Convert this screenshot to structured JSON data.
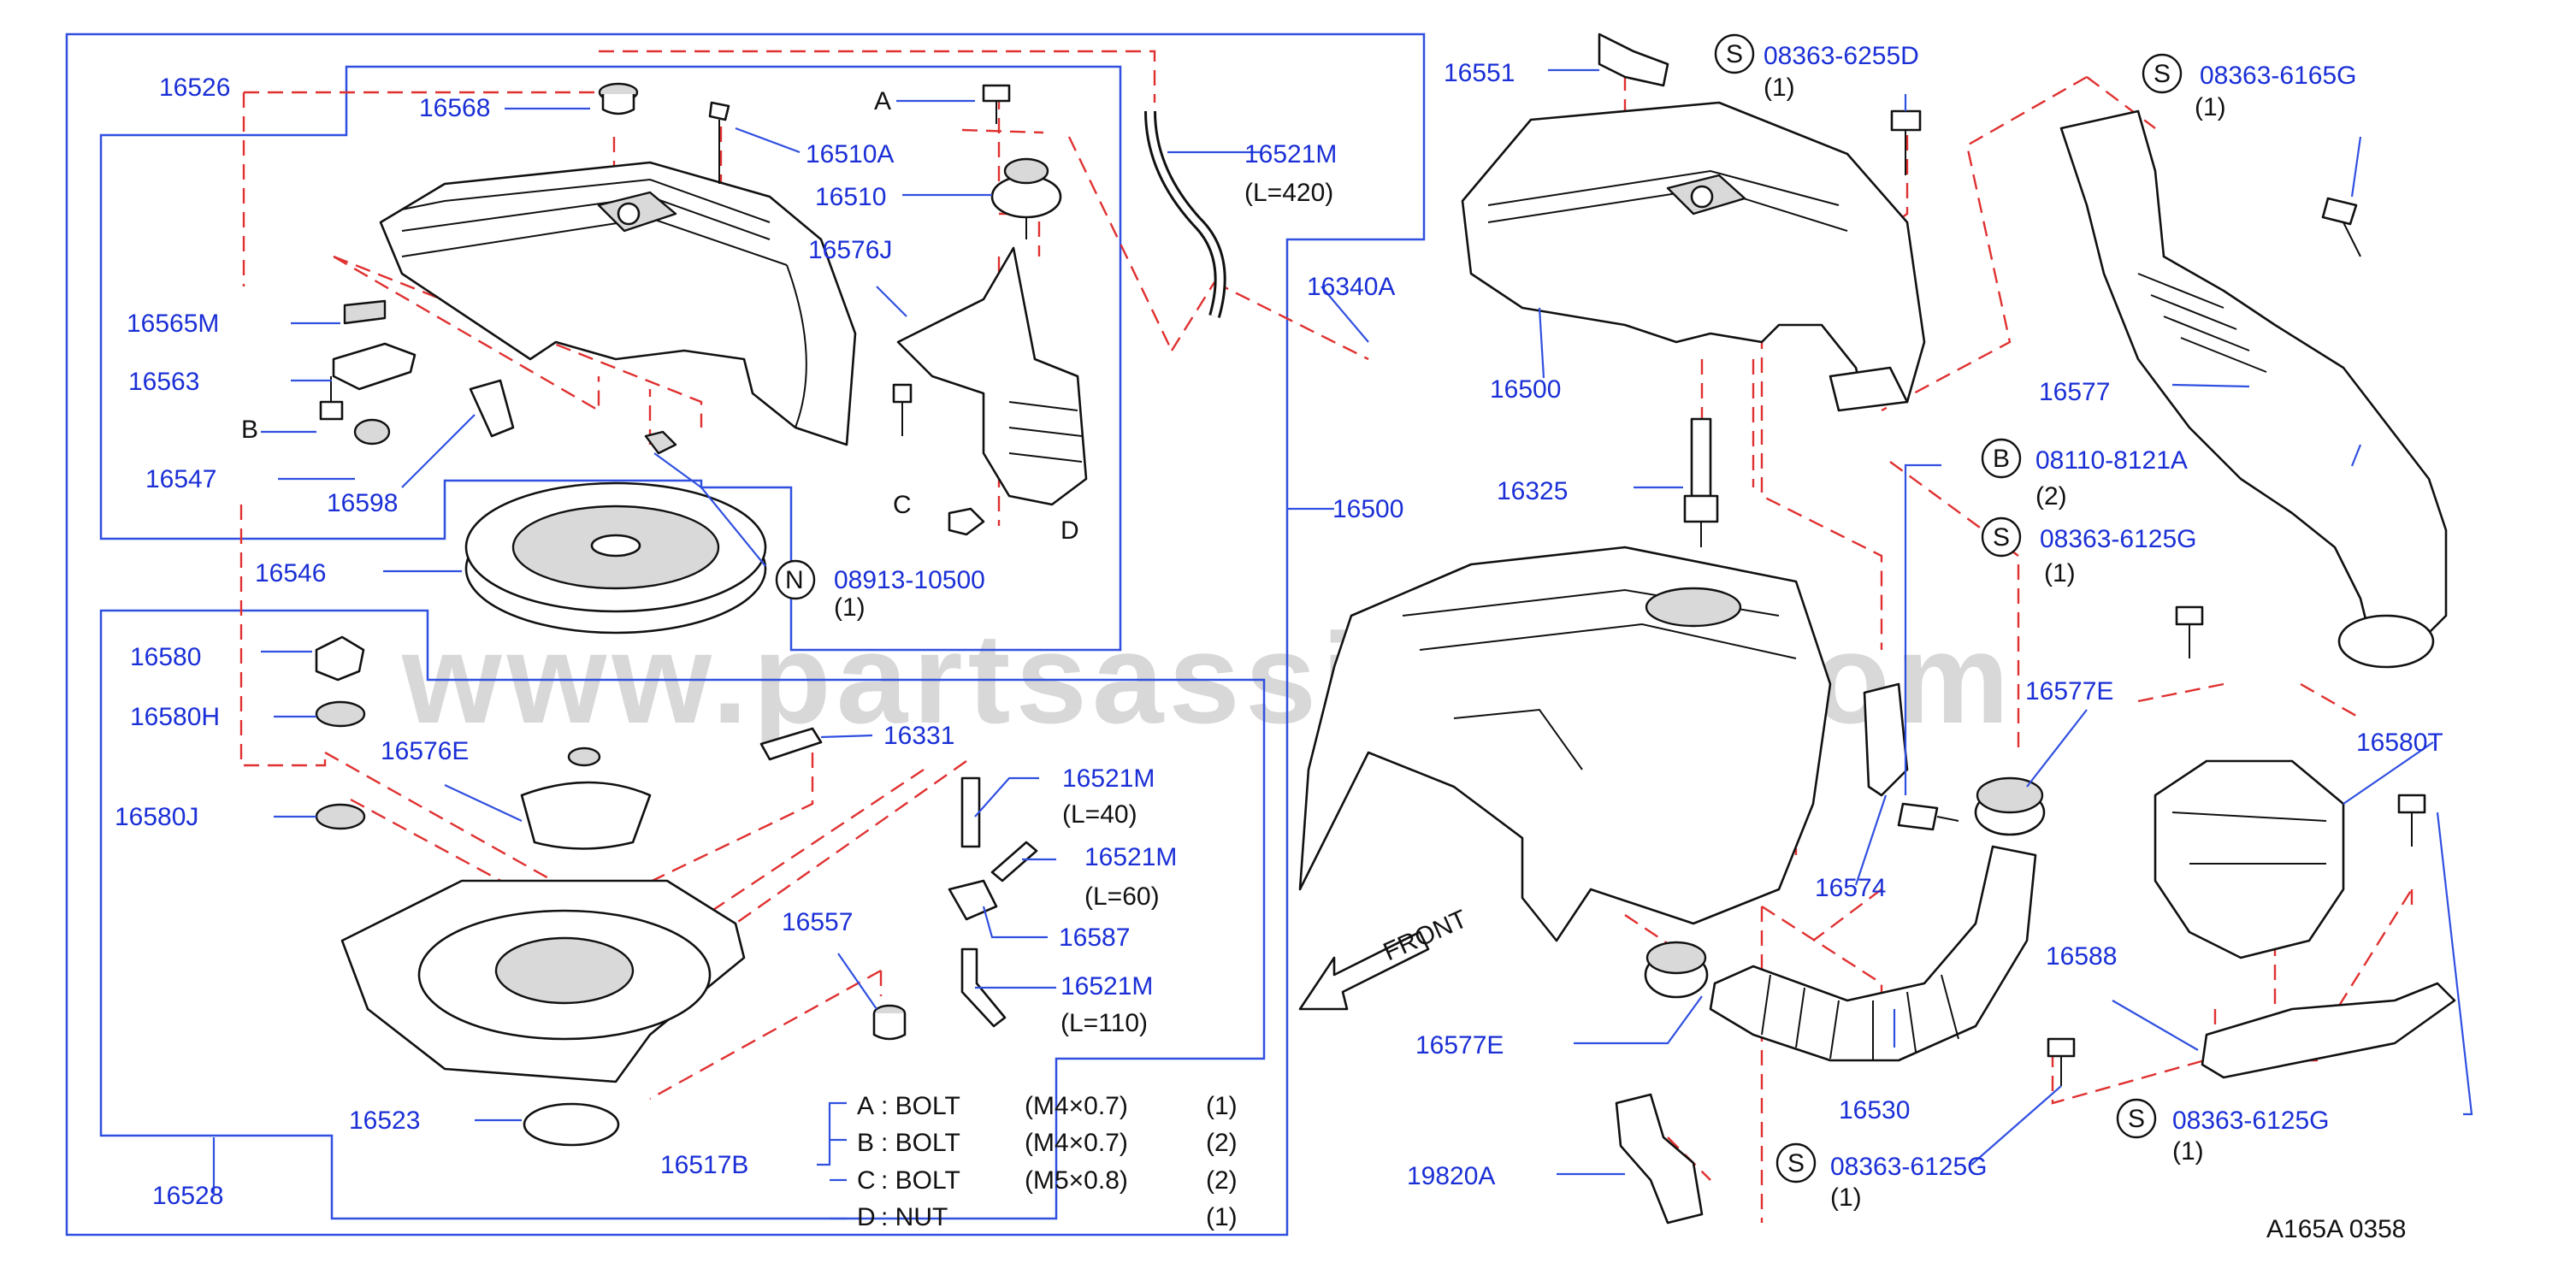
{
  "watermark": "www.partsassistant.com",
  "diagram_code": "A165A   0358",
  "front_label": "FRONT",
  "labels": {
    "p16526": "16526",
    "p16568": "16568",
    "p16510A": "16510A",
    "p16510": "16510",
    "p16521M_top": "16521M",
    "l420": "(L=420)",
    "p16576J": "16576J",
    "p16565M": "16565M",
    "p16563": "16563",
    "p16547": "16547",
    "p16598": "16598",
    "p16546": "16546",
    "p16580": "16580",
    "p16580H": "16580H",
    "p16576E": "16576E",
    "p16580J": "16580J",
    "p16331": "16331",
    "p16521M_40": "16521M",
    "l40": "(L=40)",
    "p16521M_60": "16521M",
    "l60": "(L=60)",
    "p16587": "16587",
    "p16557": "16557",
    "p16521M_110": "16521M",
    "l110": "(L=110)",
    "p16523": "16523",
    "p16528": "16528",
    "p16517B": "16517B",
    "p16340A": "16340A",
    "p16500_left": "16500",
    "p16551": "16551",
    "p16500_right": "16500",
    "p16325": "16325",
    "p16577": "16577",
    "p16577E_top": "16577E",
    "p16580T": "16580T",
    "p16574": "16574",
    "p16588": "16588",
    "p16577E_bottom": "16577E",
    "p16530": "16530",
    "p19820A": "19820A",
    "letter_A": "A",
    "letter_B": "B",
    "letter_C": "C",
    "letter_D": "D"
  },
  "callouts": [
    {
      "badge": "N",
      "part": "08913-10500",
      "qty": "(1)"
    },
    {
      "badge": "S",
      "part": "08363-6255D",
      "qty": "(1)"
    },
    {
      "badge": "S",
      "part": "08363-6165G",
      "qty": "(1)"
    },
    {
      "badge": "B",
      "part": "08110-8121A",
      "qty": "(2)"
    },
    {
      "badge": "S",
      "part": "08363-6125G",
      "qty": "(1)"
    },
    {
      "badge": "S",
      "part": "08363-6125G",
      "qty": "(1)"
    },
    {
      "badge": "S",
      "part": "08363-6125G",
      "qty": "(1)"
    }
  ],
  "legend": [
    {
      "key": "A",
      "name": ": BOLT",
      "size": "(M4×0.7)",
      "qty": "(1)"
    },
    {
      "key": "B",
      "name": ": BOLT",
      "size": "(M4×0.7)",
      "qty": "(2)"
    },
    {
      "key": "C",
      "name": ": BOLT",
      "size": "(M5×0.8)",
      "qty": "(2)"
    },
    {
      "key": "D",
      "name": ": NUT",
      "size": "",
      "qty": "(1)"
    }
  ]
}
